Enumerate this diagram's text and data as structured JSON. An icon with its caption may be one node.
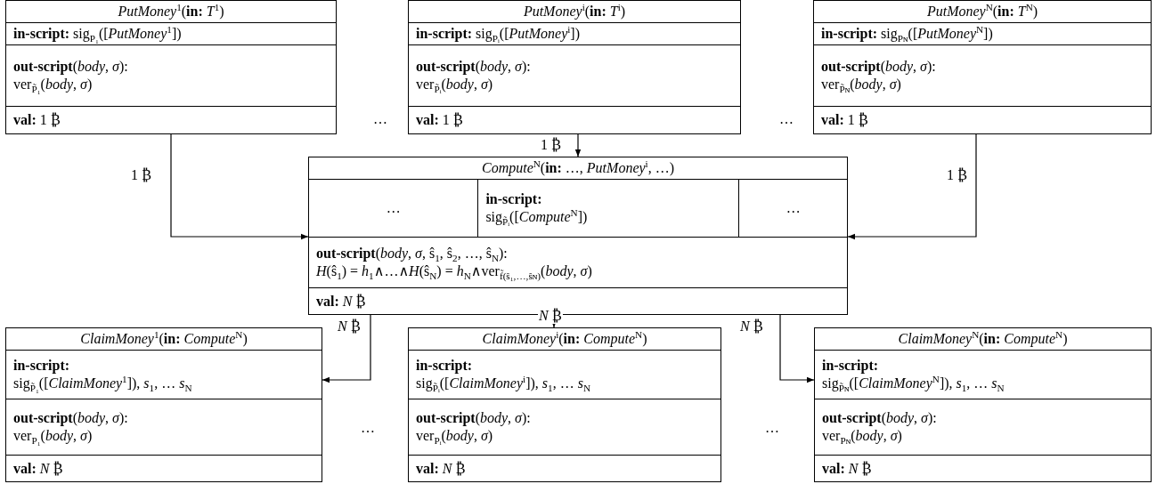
{
  "diagram": {
    "nodes": [
      {
        "text": [
          "*PutMoney*$^{1}$(**in:** *T*$^{1}$)",
          "**in-script:** sig$_{P₁}$([*PutMoney*$^{1}$])",
          "**out-script**(*body*, *σ*):",
          "ver$_{P̃₁}$(*body*, *σ*)",
          "**val:** 1 ₿"
        ]
      },
      {
        "text": [
          "*PutMoney*$^{i}$(**in:** *T*$^{i}$)",
          "**in-script:** sig$_{Pᵢ}$([*PutMoney*$^{i}$])",
          "**out-script**(*body*, *σ*):",
          "ver$_{P̃ᵢ}$(*body*, *σ*)",
          "**val:** 1 ₿"
        ]
      },
      {
        "text": [
          "*PutMoney*$^{N}$(**in:** *T*$^{N}$)",
          "**in-script:** sig$_{Pɴ}$([*PutMoney*$^{N}$])",
          "**out-script**(*body*, *σ*):",
          "ver$_{P̃ɴ}$(*body*, *σ*)",
          "**val:** 1 ₿"
        ]
      },
      {
        "text": [
          "*Compute*$^{N}$(**in:** …, *PutMoney*$^{i}$, …)",
          "…",
          "in-script:",
          "sig$_{P̃ᵢ}$([*Compute*$^{N}$])",
          "…",
          "**out-script**(*body*, *σ*, ŝ$_{1}$, ŝ$_{2}$, …, ŝ$_{N}$):",
          "*H*(ŝ$_{1}$) = *h*$_{1}$∧…∧*H*(ŝ$_{N}$) = *h*$_{N}$∧ver$_{f̃(ŝ₁,…,ŝɴ)}$(*body*, *σ*)",
          "**val:** *N* ₿"
        ]
      },
      {
        "text": [
          "*ClaimMoney*$^{1}$(**in:** *Compute*$^{N}$)",
          "in-script:",
          "sig$_{P̃₁}$([*ClaimMoney*$^{1}$]), *s*$_{1}$, … *s*$_{N}$",
          "**out-script**(*body*, *σ*):",
          "ver$_{P₁}$(*body*, *σ*)",
          "**val:** *N* ₿"
        ]
      },
      {
        "text": [
          "*ClaimMoney*$^{i}$(**in:** *Compute*$^{N}$)",
          "in-script:",
          "sig$_{P̃ᵢ}$([*ClaimMoney*$^{i}$]), *s*$_{1}$, … *s*$_{N}$",
          "**out-script**(*body*, *σ*):",
          "ver$_{Pᵢ}$(*body*, *σ*)",
          "**val:** *N* ₿"
        ]
      },
      {
        "text": [
          "*ClaimMoney*$^{N}$(**in:** *Compute*$^{N}$)",
          "in-script:",
          "sig$_{P̃ɴ}$([*ClaimMoney*$^{N}$]), *s*$_{1}$, … *s*$_{N}$",
          "**out-script**(*body*, *σ*):",
          "ver$_{Pɴ}$(*body*, *σ*)",
          "**val:** *N* ₿"
        ]
      }
    ],
    "edges": [
      {
        "from": 0,
        "to": 3,
        "arrow": "to",
        "label": "1 ₿"
      },
      {
        "from": 1,
        "to": 3,
        "arrow": "to",
        "label": "1 ₿"
      },
      {
        "from": 2,
        "to": 3,
        "arrow": "to",
        "label": "1 ₿"
      },
      {
        "from": 3,
        "to": 4,
        "arrow": "to",
        "label": "*N* ₿"
      },
      {
        "from": 3,
        "to": 5,
        "arrow": "to",
        "label": "*N* ₿"
      },
      {
        "from": 3,
        "to": 6,
        "arrow": "to",
        "label": "*N* ₿"
      }
    ],
    "labels": [
      "…",
      "…",
      "…",
      "…"
    ]
  }
}
